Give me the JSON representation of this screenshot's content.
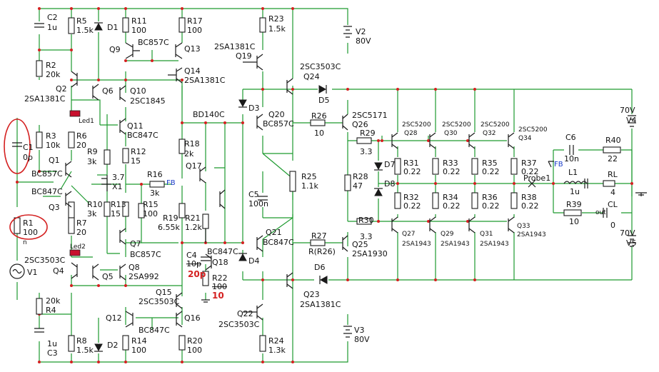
{
  "rails": {
    "v2_name": "V2",
    "v2_value": "80V",
    "v3_name": "V3",
    "v3_value": "80V",
    "v4_name": "V4",
    "v4_value": "70V",
    "v5_name": "V5",
    "v5_value": "70V",
    "v1_name": "V1"
  },
  "labels": {
    "c2": "C2",
    "c2v": "1u",
    "r5": "R5",
    "r5v": "1.5k",
    "d1": "D1",
    "r11": "R11",
    "r11v": "100",
    "r17": "R17",
    "r17v": "100",
    "r23": "R23",
    "r23v": "1.5k",
    "r2": "R2",
    "r2v": "20k",
    "q9": "Q9",
    "bc857c": "BC857C",
    "q13": "Q13",
    "q19a": "2SA1381C",
    "q19": "Q19",
    "q14": "Q14",
    "q14t": "2SA1381C",
    "q24t": "2SC3503C",
    "q24": "Q24",
    "q2": "Q2",
    "q2t": "2SA1381C",
    "q6": "Q6",
    "q10": "Q10",
    "q10t": "2SC1845",
    "d5": "D5",
    "d3": "D3",
    "led1": "Led1",
    "bd140": "BD140C",
    "q20": "Q20",
    "q20t": "BC857C",
    "r26": "R26",
    "r26v": "10",
    "q26t": "2SC5171",
    "q26": "Q26",
    "q28t": "2SC5200",
    "q28": "Q28",
    "q30t": "2SC5200",
    "q30": "Q30",
    "q32t": "2SC5200",
    "q32": "Q32",
    "q34t": "2SC5200",
    "q34": "Q34",
    "c1": "C1",
    "c1v": "0p",
    "r3": "R3",
    "r3v": "10k",
    "r6": "R6",
    "r6v": "20",
    "q11": "Q11",
    "q11t": "BC847C",
    "r18": "R18",
    "r18v": "2k",
    "r29": "R29",
    "r29v": "3.3",
    "c6": "C6",
    "c6v": "10n",
    "r40": "R40",
    "r40v": "22",
    "fb1": "FB",
    "q1": "Q1",
    "q1t": "BC857C",
    "r9": "R9",
    "r9v": "3k",
    "r12": "R12",
    "r12v": "15",
    "q17": "Q17",
    "d7": "D7",
    "r31": "R31",
    "r31v": "0.22",
    "r33": "R33",
    "r33v": "0.22",
    "r35": "R35",
    "r35v": "0.22",
    "r37": "R37",
    "r37v": "0.22",
    "probe": "Probe1",
    "l1": "L1",
    "l1v": "1u",
    "rl": "RL",
    "rlv": "4",
    "x1v": "3.7",
    "x1": "X1",
    "r16": "R16",
    "r16v": "3k",
    "fb2": "FB",
    "r25": "R25",
    "r25v": "1.1k",
    "r28": "R28",
    "r28v": "47",
    "d8": "D8",
    "q3t": "BC847C",
    "q3": "Q3",
    "r10": "R10",
    "r10v": "3k",
    "r13": "R13",
    "r13v": "15",
    "r15": "R15",
    "r15v": "100",
    "c5": "C5",
    "c5v": "100n",
    "r32": "R32",
    "r32v": "0.22",
    "r34": "R34",
    "r34v": "0.22",
    "r36": "R36",
    "r36v": "0.22",
    "r38": "R38",
    "r38v": "0.22",
    "r39": "R39",
    "r39v": "10",
    "out": "out",
    "cl": "CL",
    "clv": "0",
    "r19": "R19",
    "r19v": "6.55k",
    "r21": "R21",
    "r21v": "1.2k",
    "r30": "R30",
    "r30v": "3.3",
    "r1": "R1",
    "r1v": "100",
    "r7": "R7",
    "r7v": "20",
    "q21": "Q21",
    "q21t": "BC847C",
    "r27": "R27",
    "r27v": "R(R26)",
    "q25": "Q25",
    "q25t": "2SA1930",
    "q27": "Q27",
    "q27t": "2SA1943",
    "q29t": "2SA1943",
    "q29": "Q29",
    "q31t": "2SA1943",
    "q31": "Q31",
    "q33": "Q33",
    "q33t": "2SA1943",
    "n": "n",
    "led2": "Led2",
    "q7": "Q7",
    "q7t": "BC857C",
    "c4": "C4",
    "c4v": "10p",
    "c4new": "20p",
    "q18": "Q18",
    "q18t": "BC847C",
    "d4": "D4",
    "d6": "D6",
    "q5t": "2SC3503C",
    "q4": "Q4",
    "q5": "Q5",
    "q8": "Q8",
    "q8t": "2SA992",
    "r22": "R22",
    "r22v": "100",
    "r22new": "10",
    "q15": "Q15",
    "q15t": "2SC3503C",
    "r4v": "20k",
    "r4": "R4",
    "q23": "Q23",
    "q23t": "2SA1381C",
    "q12": "Q12",
    "q16": "Q16",
    "q12t": "BC847C",
    "q22": "Q22",
    "q22t": "2SC3503C",
    "c3v": "1u",
    "c3": "C3",
    "r8": "R8",
    "r8v": "1.5k",
    "d2": "D2",
    "r14": "R14",
    "r14v": "100",
    "r20": "R20",
    "r20v": "100",
    "r24": "R24",
    "r24v": "1.3k"
  },
  "colors": {
    "wire": "#1d9a2f",
    "component": "#1a1a1a",
    "annotation": "#d42020",
    "probe": "#1a3cc9"
  }
}
